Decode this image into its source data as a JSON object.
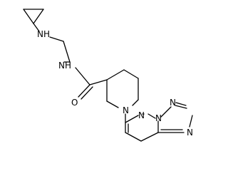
{
  "atoms": {
    "nh_upper": "NH",
    "nh_amide": "NH",
    "carbonyl_o": "O",
    "pip_n": "N",
    "pyridazine_n": "N",
    "bridge_n": "N",
    "triazole_n_a": "N",
    "triazole_n_b": "N"
  },
  "colors": {
    "ink": "#000000",
    "background": "#ffffff"
  }
}
